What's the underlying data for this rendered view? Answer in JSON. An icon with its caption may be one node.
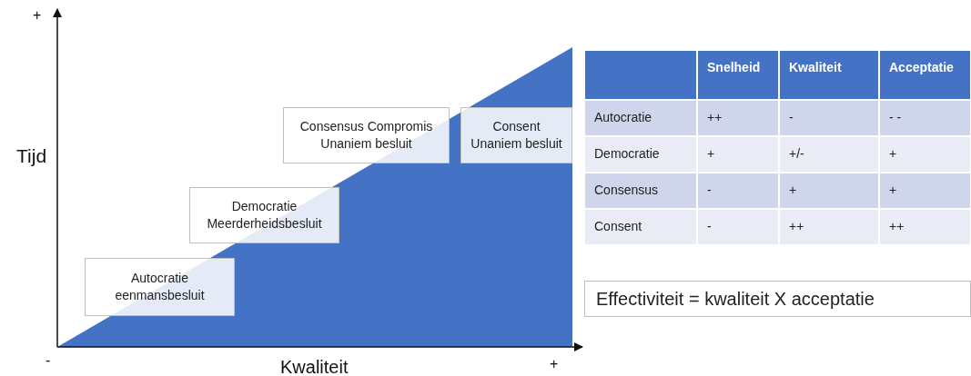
{
  "diagram": {
    "nodes": [
      {
        "text": [
          "Autocratie eenmansbesluit"
        ]
      },
      {
        "text": [
          "Democratie Meerderheidsbesluit"
        ]
      },
      {
        "text": [
          "Consensus Compromis Unaniem besluit"
        ]
      },
      {
        "text": [
          "Consent Unaniem besluit"
        ]
      },
      {
        "text": [
          "Effectiviteit = kwaliteit X acceptatie"
        ]
      }
    ],
    "labels": [
      "+",
      "Tijd",
      "-",
      "Kwaliteit",
      "+",
      "Snelheid",
      "Kwaliteit",
      "Acceptatie",
      "Autocratie",
      "++",
      "-",
      "- -",
      "Democratie",
      "+",
      "+/-",
      "+",
      "Consensus",
      "-",
      "+",
      "+",
      "Consent",
      "-",
      "++",
      "++"
    ]
  }
}
